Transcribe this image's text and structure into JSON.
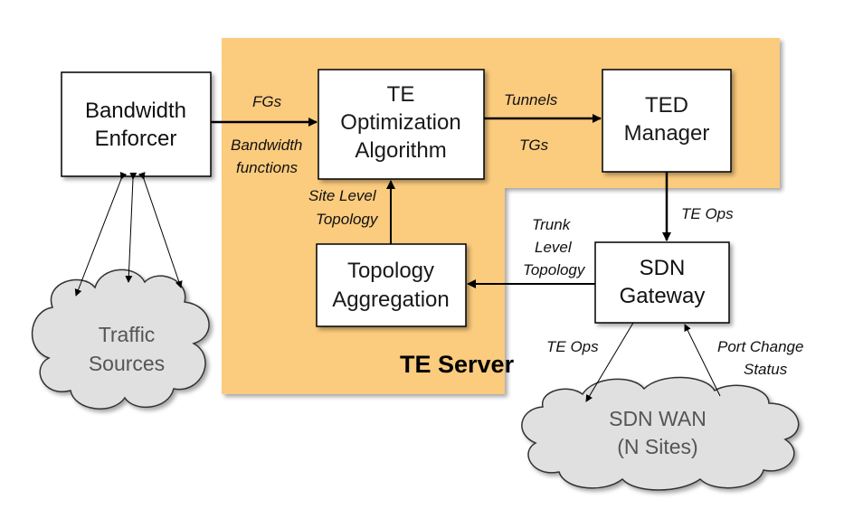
{
  "colors": {
    "server_fill": "#FBCB7E",
    "box_fill": "#FFFFFF",
    "cloud_fill": "#E0E0E0",
    "stroke": "#000000"
  },
  "server": {
    "title": "TE Server"
  },
  "nodes": {
    "bandwidth_enforcer": {
      "line1": "Bandwidth",
      "line2": "Enforcer"
    },
    "te_optimization": {
      "line1": "TE",
      "line2": "Optimization",
      "line3": "Algorithm"
    },
    "ted_manager": {
      "line1": "TED",
      "line2": "Manager"
    },
    "topology_aggregation": {
      "line1": "Topology",
      "line2": "Aggregation"
    },
    "sdn_gateway": {
      "line1": "SDN",
      "line2": "Gateway"
    },
    "traffic_sources": {
      "line1": "Traffic",
      "line2": "Sources"
    },
    "sdn_wan": {
      "line1": "SDN WAN",
      "line2": "(N Sites)"
    }
  },
  "edge_labels": {
    "fgs": "FGs",
    "bandwidth_functions_1": "Bandwidth",
    "bandwidth_functions_2": "functions",
    "tunnels": "Tunnels",
    "tgs": "TGs",
    "site_level_1": "Site Level",
    "site_level_2": "Topology",
    "te_ops_top": "TE Ops",
    "trunk_level_1": "Trunk",
    "trunk_level_2": "Level",
    "trunk_level_3": "Topology",
    "te_ops_bottom": "TE Ops",
    "port_change_1": "Port Change",
    "port_change_2": "Status"
  }
}
